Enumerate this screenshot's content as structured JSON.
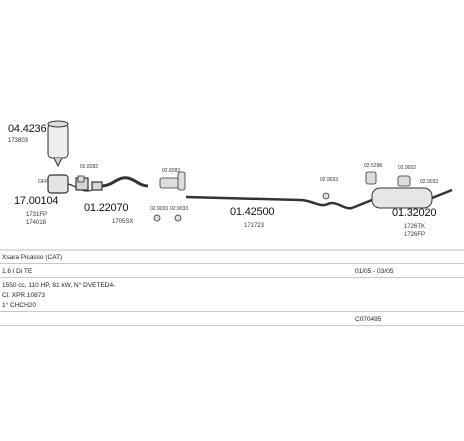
{
  "parts": [
    {
      "number": "04.4236",
      "ref": "173803"
    },
    {
      "number": "17.00104",
      "ref1": "1731FP",
      "ref2": "174018",
      "tag": "OFF"
    },
    {
      "number": "01.22070",
      "ref": "1705SX"
    },
    {
      "number": "01.42500",
      "ref": "171723"
    },
    {
      "number": "01.32020",
      "ref1": "1726TK",
      "ref2": "1726FP"
    }
  ],
  "small_refs": [
    "02.8282",
    "02.8283",
    "02.9033",
    "02.9033",
    "02.9033",
    "02.5298",
    "02.9022",
    "02.9033"
  ],
  "vehicle": {
    "model": "Xsara Picasso (CAT)",
    "engine": "1.6 i Di TE",
    "dates": "01/05 - 03/05",
    "spec": "1550 cc, 110 HP, 81 kW, N° DVETED4-",
    "note1": "Cl. XPR.10873",
    "note2": "1° CHCH20",
    "catalog": "C070495"
  }
}
